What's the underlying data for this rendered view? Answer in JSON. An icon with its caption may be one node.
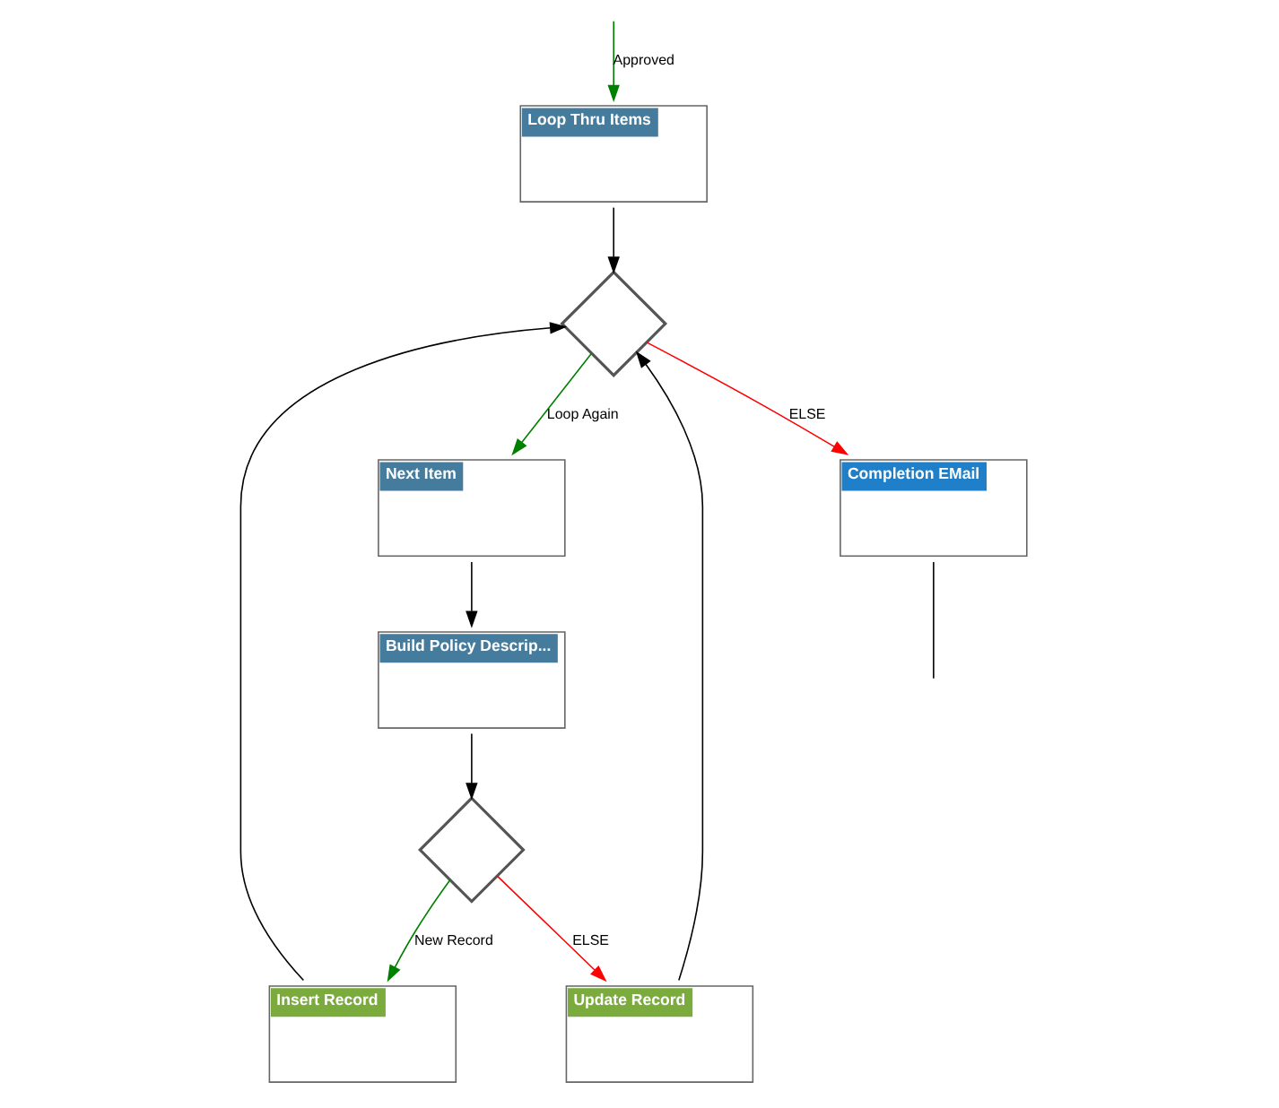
{
  "diagram": {
    "nodes": [
      {
        "text": [
          "Loop Thru Items"
        ]
      },
      {
        "text": [
          "Insert Record"
        ]
      },
      {
        "text": [],
        "shape": "diamond"
      },
      {
        "text": [
          "Build Policy Descrip..."
        ]
      },
      {
        "text": [
          "Update Record"
        ]
      },
      {
        "text": [],
        "shape": "diamond"
      },
      {
        "text": [
          "Next Item"
        ]
      },
      {
        "text": [
          "Completion EMail"
        ]
      }
    ],
    "edges": [
      {
        "from": null,
        "to": 0,
        "arrow": "to",
        "label": "Approved",
        "color": "#008000"
      },
      {
        "from": 0,
        "to": 5,
        "arrow": "to"
      },
      {
        "from": 3,
        "to": 2,
        "arrow": "to"
      },
      {
        "from": 2,
        "to": 1,
        "arrow": "to",
        "label": "New Record",
        "color": "#008000"
      },
      {
        "from": 2,
        "to": 4,
        "arrow": "to",
        "label": "ELSE",
        "color": "#ff0000"
      },
      {
        "from": 1,
        "to": 5,
        "arrow": "to"
      },
      {
        "from": 4,
        "to": 5,
        "arrow": "to"
      },
      {
        "from": 5,
        "to": 6,
        "arrow": "to",
        "label": "Loop Again",
        "color": "#008000"
      },
      {
        "from": 6,
        "to": 3,
        "arrow": "to"
      },
      {
        "from": 5,
        "to": 7,
        "arrow": "to",
        "label": "ELSE",
        "color": "#ff0000"
      },
      {
        "from": 7,
        "to": null,
        "arrow": "none"
      }
    ]
  }
}
